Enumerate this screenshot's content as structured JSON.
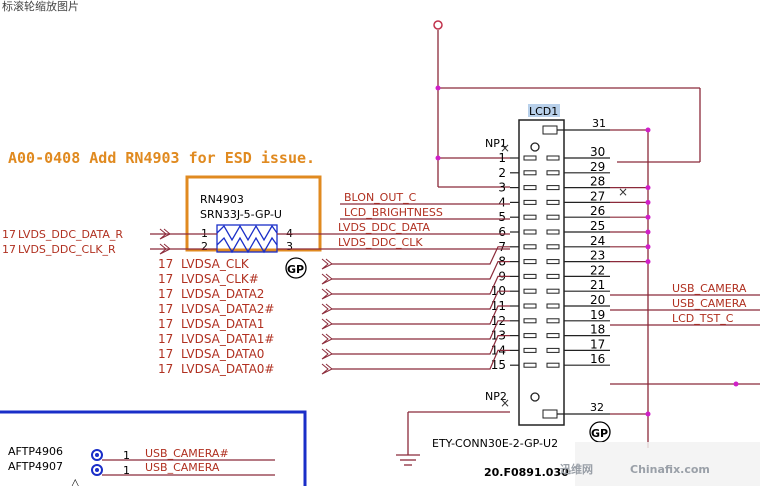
{
  "toolbar": {
    "hint": "标滚轮缩放图片"
  },
  "note": "A00-0408 Add RN4903 for ESD issue.",
  "connector": {
    "ref": "LCD1",
    "part": "ETY-CONN30E-2-GP-U2",
    "pn": "20.F0891.030",
    "nc_top": "NP1",
    "nc_bot": "NP2",
    "gp": "GP",
    "left_pins": [
      "1",
      "2",
      "3",
      "4",
      "5",
      "6",
      "7",
      "8",
      "9",
      "10",
      "11",
      "12",
      "13",
      "14",
      "15"
    ],
    "right_pins": [
      "30",
      "29",
      "28",
      "27",
      "26",
      "25",
      "24",
      "23",
      "22",
      "21",
      "20",
      "19",
      "18",
      "17",
      "16"
    ],
    "pin31": "31",
    "pin32": "32"
  },
  "rn": {
    "ref": "RN4903",
    "part": "SRN33J-5-GP-U",
    "gp": "GP",
    "pins": [
      "1",
      "2",
      "4",
      "3"
    ]
  },
  "left_signals": [
    {
      "page": "17",
      "name": "LVDS_DDC_DATA_R"
    },
    {
      "page": "17",
      "name": "LVDS_DDC_CLK_R"
    }
  ],
  "lvds_signals": [
    {
      "page": "17",
      "name": "LVDSA_CLK"
    },
    {
      "page": "17",
      "name": "LVDSA_CLK#"
    },
    {
      "page": "17",
      "name": "LVDSA_DATA2"
    },
    {
      "page": "17",
      "name": "LVDSA_DATA2#"
    },
    {
      "page": "17",
      "name": "LVDSA_DATA1"
    },
    {
      "page": "17",
      "name": "LVDSA_DATA1#"
    },
    {
      "page": "17",
      "name": "LVDSA_DATA0"
    },
    {
      "page": "17",
      "name": "LVDSA_DATA0#"
    }
  ],
  "mid_nets": [
    "BLON_OUT_C",
    "LCD_BRIGHTNESS",
    "LVDS_DDC_DATA",
    "LVDS_DDC_CLK"
  ],
  "right_nets": [
    "USB_CAMERA",
    "USB_CAMERA",
    "LCD_TST_C"
  ],
  "testpoints": [
    {
      "ref": "AFTP4906",
      "pin": "1",
      "net": "USB_CAMERA#"
    },
    {
      "ref": "AFTP4907",
      "pin": "1",
      "net": "USB_CAMERA"
    }
  ],
  "watermark": {
    "cn": "迅维网",
    "en": "Chinafix.com"
  },
  "colors": {
    "wire": "#8b2a3a",
    "text_red": "#b03020",
    "orange": "#e08a20",
    "blue": "#1a2ec8",
    "dot": "#d020c8"
  }
}
